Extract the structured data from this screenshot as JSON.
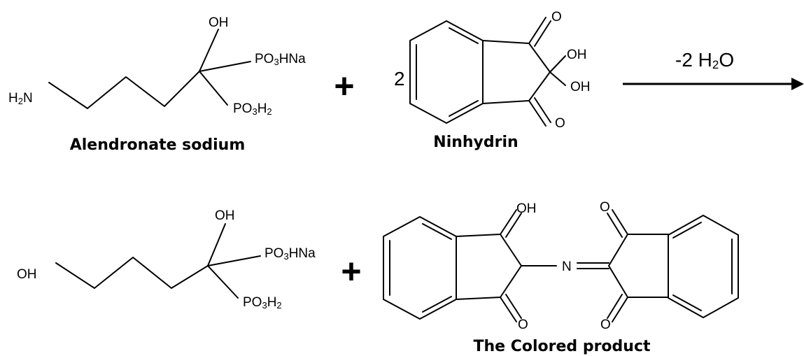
{
  "reactant_1": {
    "amine_label": "H2N",
    "hydroxyl_label": "OH",
    "phosphonate_na_label": "PO3HNa",
    "phosphonate_h_label": "PO3H2",
    "caption": "Alendronate sodium"
  },
  "reactant_2": {
    "coefficient": "2",
    "oh_top_label": "OH",
    "oh_bottom_label": "OH",
    "o_top_label": "O",
    "o_bottom_label": "O",
    "caption": "Ninhydrin"
  },
  "plus_sign": "+",
  "arrow": {
    "condition": "-2 H2O"
  },
  "product_1": {
    "hydroxyl_end_label": "OH",
    "hydroxyl_label": "OH",
    "phosphonate_na_label": "PO3HNa",
    "phosphonate_h_label": "PO3H2"
  },
  "product_2": {
    "oh_label": "OH",
    "n_label": "N",
    "o_left_bottom_label": "O",
    "o_right_top_label": "O",
    "o_right_bottom_label": "O",
    "caption": "The Colored product"
  }
}
